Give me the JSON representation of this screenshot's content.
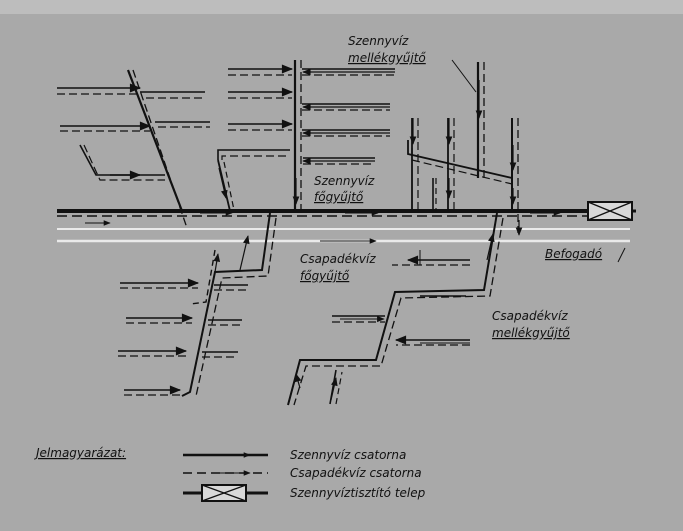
{
  "labels": {
    "wastewater_branch": [
      "Szennyvíz",
      "mellékgyűjtő"
    ],
    "wastewater_main": [
      "Szennyvíz",
      "főgyűjtő"
    ],
    "receiver": "Befogadó",
    "storm_main": [
      "Csapadékvíz",
      "főgyűjtő"
    ],
    "storm_branch": [
      "Csapadékvíz",
      "mellékgyűjtő"
    ]
  },
  "legend": {
    "title": "Jelmagyarázat:",
    "items": [
      {
        "label": "Szennyvíz csatorna",
        "symbol": "solid-arrow-line"
      },
      {
        "label": "Csapadékvíz csatorna",
        "symbol": "dashed-arrow-line"
      },
      {
        "label": "Szennyvíztisztító telep",
        "symbol": "boxed-x-plant"
      }
    ]
  },
  "colors": {
    "background": "#a9a9a9",
    "ink": "#111111",
    "paper_light": "#d8d8d8"
  }
}
